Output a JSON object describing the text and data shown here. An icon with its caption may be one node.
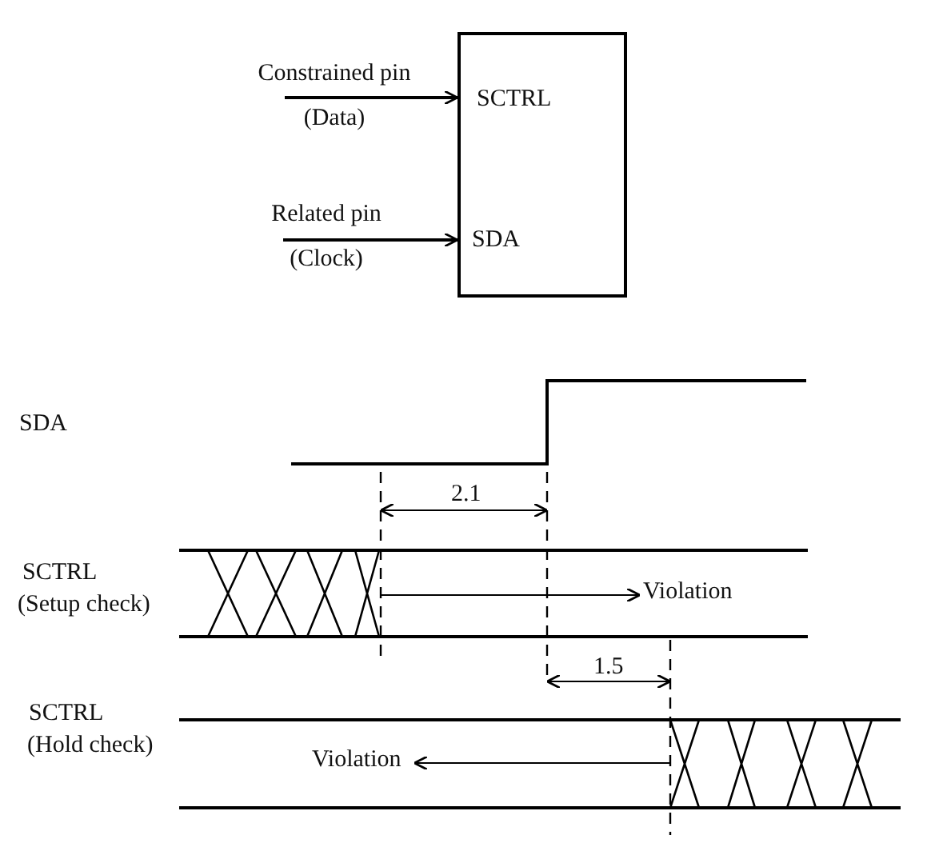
{
  "diagram": {
    "nodes": [
      {
        "text": [
          "SCTRL",
          "SDA"
        ]
      },
      {
        "text": [
          "Constrained pin",
          "(Data)"
        ]
      },
      {
        "text": [
          "Related pin",
          "(Clock)"
        ]
      },
      {
        "text": [
          "Violation"
        ]
      },
      {
        "text": [
          "Violation"
        ]
      }
    ],
    "edges": [
      {
        "from": 1,
        "to": 0,
        "arrow": "to"
      },
      {
        "from": 2,
        "to": 0,
        "arrow": "to"
      },
      {
        "from": null,
        "to": 3,
        "arrow": "to"
      },
      {
        "from": null,
        "to": 4,
        "arrow": "to"
      }
    ],
    "labels": [
      "SDA",
      "2.1",
      "SCTRL",
      "(Setup check)",
      "1.5",
      "SCTRL",
      "(Hold check)"
    ]
  }
}
